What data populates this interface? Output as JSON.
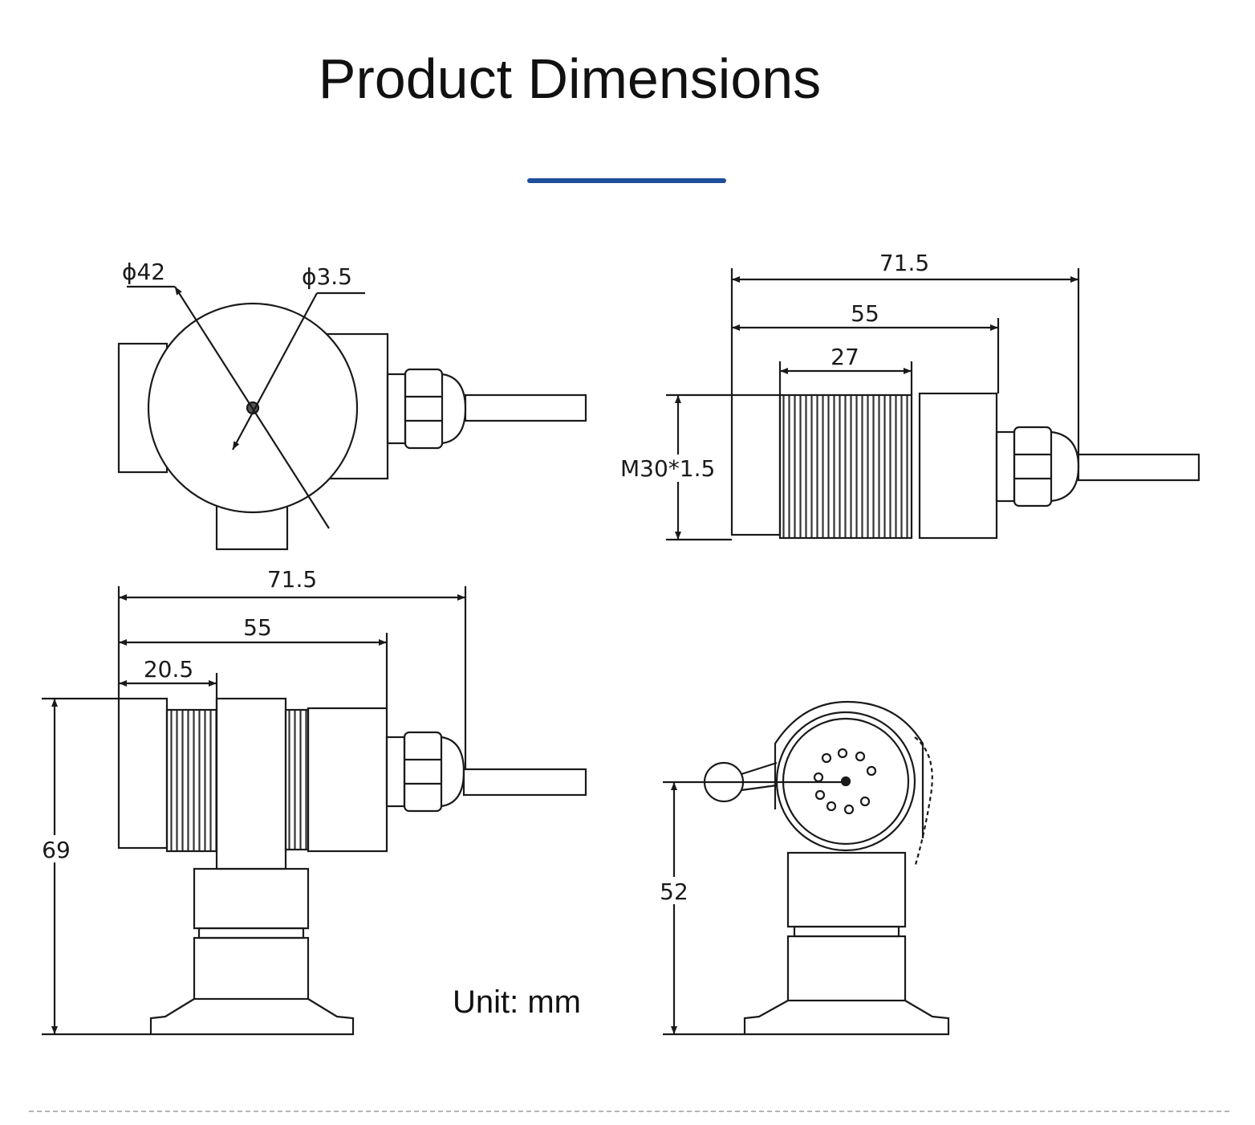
{
  "title": "Product Dimensions",
  "accent_color": "#1f4e9a",
  "line_color": "#1a1a1a",
  "unit_label": "Unit: mm",
  "views": {
    "top": {
      "phi42": "ϕ42",
      "phi35": "ϕ3.5"
    },
    "side_right": {
      "total": "71.5",
      "body": "55",
      "thread": "27",
      "thread_spec": "M30*1.5"
    },
    "front": {
      "total": "71.5",
      "body": "55",
      "thread": "20.5",
      "height": "69"
    },
    "end": {
      "height": "52"
    }
  }
}
